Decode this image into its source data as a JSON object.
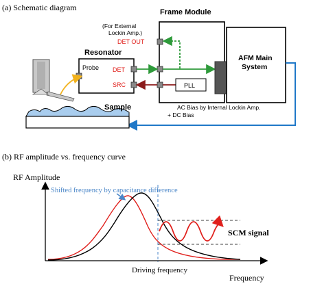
{
  "panel_a": {
    "caption": "(a) Schematic diagram",
    "frame_module": "Frame Module",
    "external_note_line1": "(For External",
    "external_note_line2": "Lockin Amp.)",
    "det_out": "DET OUT",
    "resonator": "Resonator",
    "probe": "Probe",
    "det": "DET",
    "src": "SRC",
    "pll": "PLL",
    "afm_line1": "AFM Main",
    "afm_line2": "System",
    "sample": "Sample",
    "bias_line1": "AC Bias by Internal Lockin Amp.",
    "bias_line2": "+ DC Bias"
  },
  "panel_b": {
    "caption": "(b) RF amplitude vs. frequency curve",
    "ylabel": "RF Amplitude",
    "shift_note": "Shifted frequency by capacitance difference",
    "scm_signal": "SCM signal",
    "driving_frequency": "Driving frequency",
    "xlabel": "Frequency"
  },
  "colors": {
    "red": "#e0201c",
    "green": "#2e9a3a",
    "dark_red": "#8b1a1a",
    "blue": "#1f78c8",
    "blue_text": "#4a86c8",
    "sample_fill": "#a9cdee",
    "probe_gray": "#c8c8c8",
    "block_gray": "#555555"
  }
}
